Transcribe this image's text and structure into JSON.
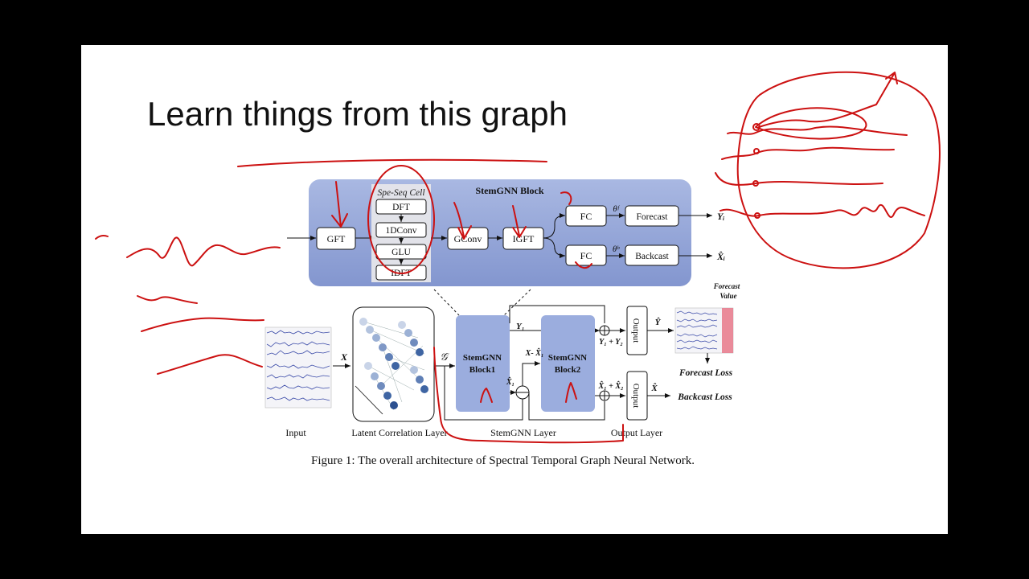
{
  "slide": {
    "title": "Learn things from this graph",
    "caption": "Figure 1: The overall architecture of Spectral Temporal Graph Neural Network."
  },
  "block": {
    "title": "StemGNN Block",
    "cell_title": "Spe-Seq Cell",
    "gft": "GFT",
    "cell_ops": [
      "DFT",
      "1DConv",
      "GLU",
      "IDFT"
    ],
    "gconv": "GConv",
    "igft": "IGFT",
    "fc_top": "FC",
    "fc_bottom": "FC",
    "theta_f": "θᶠ",
    "theta_b": "θᵇ",
    "forecast": "Forecast",
    "backcast": "Backcast",
    "out_y": "Yᵢ",
    "out_x": "X̂ᵢ"
  },
  "pipeline": {
    "input_label": "Input",
    "latent_label": "Latent Correlation Layer",
    "stemgnn_label": "StemGNN Layer",
    "output_layer_label": "Output Layer",
    "x_symbol": "X",
    "g_symbol": "𝒢",
    "block1": [
      "StemGNN",
      "Block1"
    ],
    "block2": [
      "StemGNN",
      "Block2"
    ],
    "y1": "Y₁",
    "x_minus": "X- X̂₁",
    "x_hat1": "X̂₁",
    "sum_y": "Y₁ + Y₂",
    "sum_x": "X̂₁ + X̂₂",
    "output": "Output",
    "y_hat": "Ŷ",
    "x_hat": "X̂",
    "forecast_value": [
      "Forecast",
      "Value"
    ],
    "forecast_loss": "Forecast Loss",
    "backcast_loss": "Backcast Loss"
  },
  "colors": {
    "block_fill": "#8fa3d6",
    "stem_block": "#9badde",
    "annotation": "#cc1111"
  }
}
